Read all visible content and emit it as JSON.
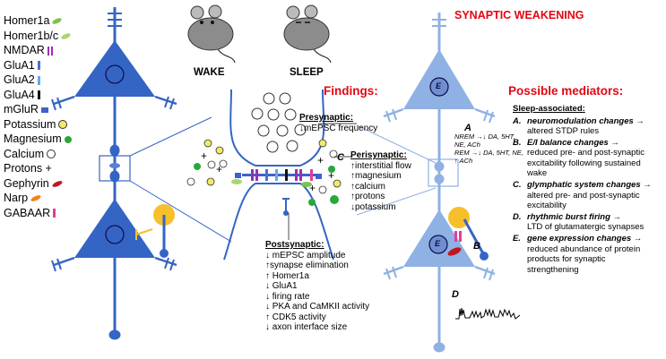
{
  "title": "SYNAPTIC WEAKENING",
  "mouse_labels": {
    "wake": "WAKE",
    "sleep": "SLEEP"
  },
  "findings_header": "Findings:",
  "mediators_header": "Possible mediators:",
  "legend": [
    {
      "label": "Homer1a",
      "color": "#7dc24b",
      "icon": "leaf-icon"
    },
    {
      "label": "Homer1b/c",
      "color": "#a6d86e",
      "icon": "leaf-icon"
    },
    {
      "label": "NMDAR",
      "color": "#9b2fae",
      "icon": "double-bar-icon"
    },
    {
      "label": "GluA1",
      "color": "#4a6fd1",
      "icon": "bar-icon"
    },
    {
      "label": "GluA2",
      "color": "#6aa7e8",
      "icon": "bar-icon"
    },
    {
      "label": "GluA4",
      "color": "#111111",
      "icon": "bar-icon"
    },
    {
      "label": "mGluR",
      "color": "#3f62c4",
      "icon": "rect-icon"
    },
    {
      "label": "Potassium",
      "color": "#f2e96a",
      "icon": "circle-icon"
    },
    {
      "label": "Magnesium",
      "color": "#28a83c",
      "icon": "circle-icon"
    },
    {
      "label": "Calcium",
      "color": "#ffffff",
      "icon": "circle-icon"
    },
    {
      "label": "Protons +",
      "color": "",
      "icon": ""
    },
    {
      "label": "Gephyrin",
      "color": "#c0161f",
      "icon": "ellipse-icon"
    },
    {
      "label": "Narp",
      "color": "#f0841e",
      "icon": "ellipse-icon"
    },
    {
      "label": "GABAAR",
      "color": "#e43b9e",
      "icon": "bar-icon"
    }
  ],
  "presynaptic": {
    "heading": "Presynaptic:",
    "items": [
      "↓mEPSC frequency"
    ]
  },
  "perisynaptic": {
    "heading": "Perisynaptic:",
    "items": [
      "↑interstitial flow",
      "↑magnesium",
      "↑calcium",
      "↑protons",
      "↓potassium"
    ]
  },
  "postsynaptic": {
    "heading": "Postsynaptic:",
    "items": [
      "↓ mEPSC amplitude",
      "↑synapse elimination",
      "↑ Homer1a",
      "↓ GluA1",
      "↓ firing rate",
      "↓ PKA and CaMKII activity",
      "↑ CDK5 activity",
      "↓ axon interface size"
    ]
  },
  "marker_labels": {
    "a": "A",
    "b": "B",
    "c": "C",
    "d": "D",
    "e1": "E",
    "e2": "E"
  },
  "neuromod": {
    "line1": "NREM →↓ DA, 5HT,",
    "line2": "NE, ACh",
    "line3": "REM →↓ DA, 5HT, NE,",
    "line4": "↑ ACh"
  },
  "mediators": {
    "category": "Sleep-associated:",
    "items": [
      {
        "letter": "A.",
        "title": "neuromodulation changes",
        "desc": [
          "altered STDP rules"
        ]
      },
      {
        "letter": "B.",
        "title": "E/I balance changes",
        "desc": [
          "reduced pre- and post-synaptic",
          "excitability following sustained",
          "wake"
        ]
      },
      {
        "letter": "C.",
        "title": "glymphatic system changes",
        "desc": [
          "altered pre- and post-synaptic",
          "excitability"
        ]
      },
      {
        "letter": "D.",
        "title": "rhythmic burst firing",
        "desc": [
          "LTD of glutamatergic synapses"
        ]
      },
      {
        "letter": "E.",
        "title": "gene expression changes",
        "desc": [
          "reduced abundance of protein",
          "products for synaptic",
          "strengthening"
        ]
      }
    ]
  },
  "colors": {
    "neuron_dark": "#3565c4",
    "neuron_light": "#8fb1e3",
    "title_red": "#e30613",
    "mouse_gray": "#8c8c8c",
    "interneuron_yellow": "#f5c02a"
  }
}
